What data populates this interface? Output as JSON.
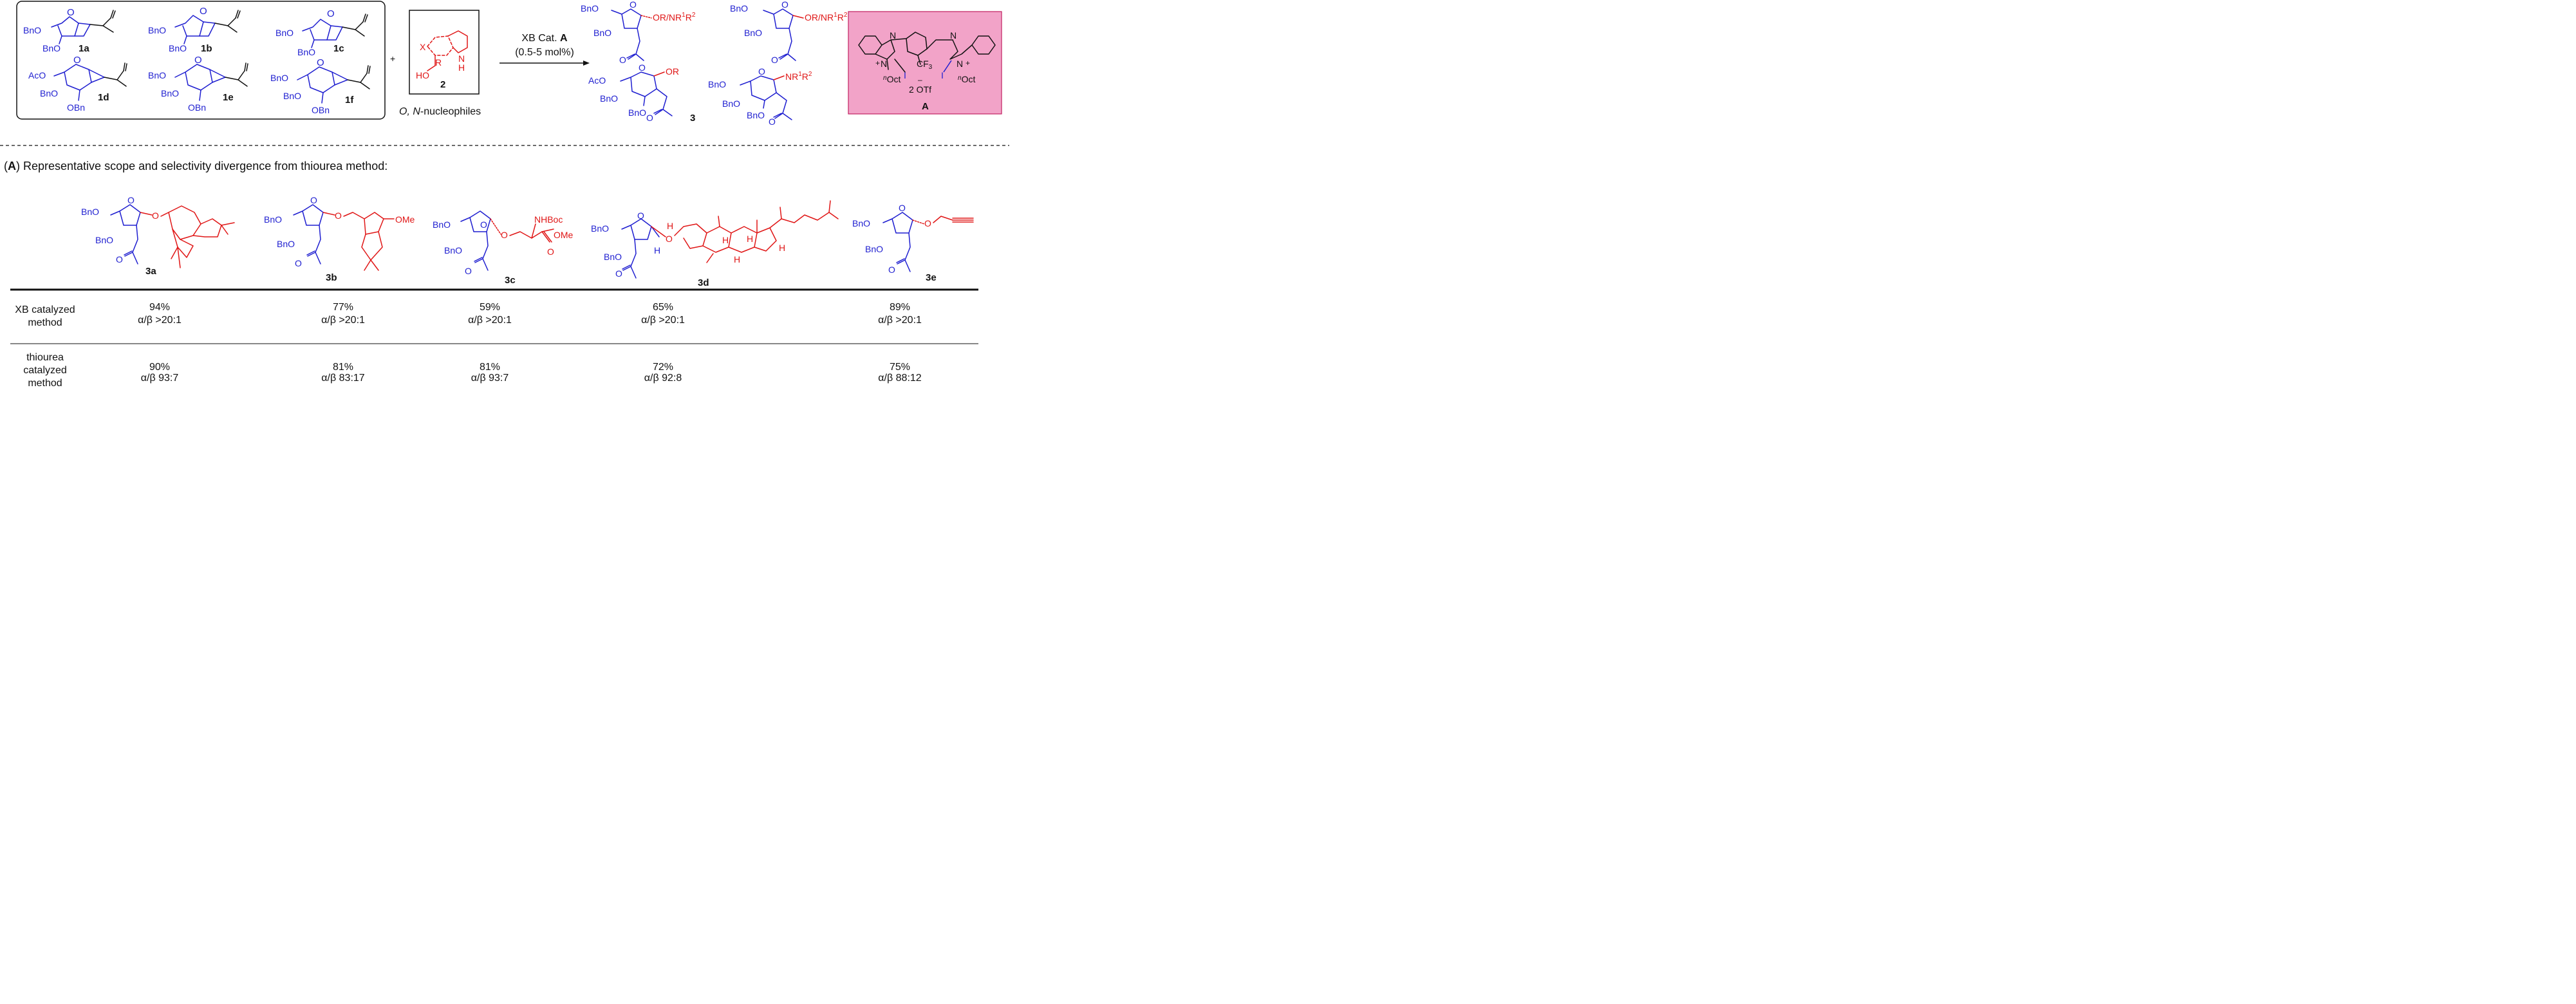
{
  "starting_materials": [
    {
      "label": "1a"
    },
    {
      "label": "1b"
    },
    {
      "label": "1c"
    },
    {
      "label": "1d"
    },
    {
      "label": "1e"
    },
    {
      "label": "1f"
    }
  ],
  "groups": {
    "bno": "BnO",
    "obn": "OBn",
    "aco": "AcO",
    "o": "O",
    "or_nr": "OR/NR",
    "or": "OR",
    "nr": "NR",
    "sup1": "1",
    "sup2": "2",
    "r": "R",
    "ho": "HO",
    "x": "X",
    "n": "N",
    "h": "H",
    "nhboc": "NHBoc",
    "ome": "OMe",
    "cf3": "CF",
    "sub3": "3",
    "i": "I",
    "noct": "Oct",
    "noct_pre": "n",
    "plus": "+",
    "minus": "–",
    "otf": "2 OTf"
  },
  "plus_sign": "+",
  "nucleophile": {
    "label": "2",
    "caption_italic": "O, N",
    "caption_rest": "-nucleophiles"
  },
  "reaction": {
    "line1_text": "XB Cat. ",
    "line1_bold": "A",
    "line2": "(0.5-5 mol%)"
  },
  "product_label": "3",
  "catalyst": {
    "label": "A",
    "box_color": "#f2a3c8"
  },
  "section": {
    "title_bold": "A",
    "title_rest": ") Representative scope and selectivity divergence from thiourea method:",
    "title_open": "("
  },
  "examples": [
    {
      "label": "3a"
    },
    {
      "label": "3b"
    },
    {
      "label": "3c"
    },
    {
      "label": "3d"
    },
    {
      "label": "3e"
    }
  ],
  "table": {
    "rows": [
      {
        "label_lines": [
          "XB catalyzed",
          "method"
        ],
        "cells": [
          [
            "94%",
            "α/β >20:1"
          ],
          [
            "77%",
            "α/β >20:1"
          ],
          [
            "59%",
            "α/β >20:1"
          ],
          [
            "65%",
            "α/β >20:1"
          ],
          [
            "89%",
            "α/β >20:1"
          ]
        ]
      },
      {
        "label_lines": [
          "thiourea",
          "catalyzed",
          "method"
        ],
        "cells": [
          [
            "90%",
            "α/β 93:7"
          ],
          [
            "81%",
            "α/β 83:17"
          ],
          [
            "81%",
            "α/β 93:7"
          ],
          [
            "72%",
            "α/β 92:8"
          ],
          [
            "75%",
            "α/β 88:12"
          ]
        ]
      }
    ]
  }
}
